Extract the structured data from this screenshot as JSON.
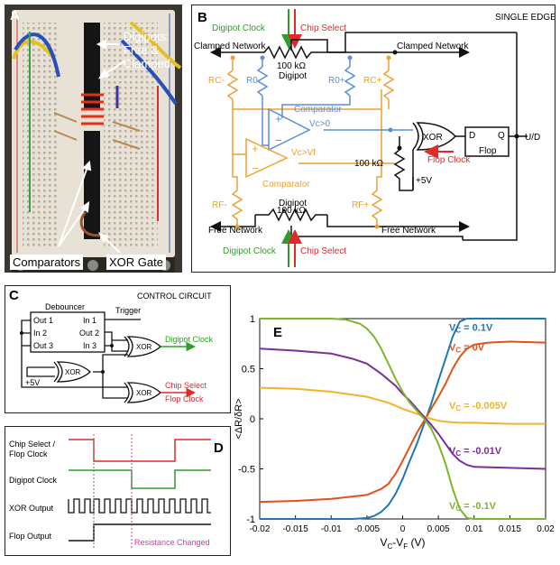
{
  "panelA": {
    "letter": "A",
    "label_digipots": "Digipots:\nFree &\nClamped",
    "label_digipots_lines": [
      "Digipots:",
      "Free &",
      "Clamped"
    ],
    "label_comparators": "Comparators",
    "label_xor": "XOR Gate"
  },
  "panelB": {
    "letter": "B",
    "title": "SINGLE EDGE",
    "digipot_clock_top": "Digipot Clock",
    "chip_select_top": "Chip Select",
    "clamped_left": "Clamped Network",
    "clamped_right": "Clamped Network",
    "digipot_top_value": "100 kΩ",
    "digipot_top_name": "Digipot",
    "r0_minus": "R0-",
    "r0_plus": "R0+",
    "rc_minus": "RC-",
    "rc_plus": "RC+",
    "comparator_top": "Comparator",
    "vc0": "Vc>0",
    "vcvf": "Vc>Vf",
    "comparator_bottom": "Comparator",
    "xor": "XOR",
    "flop_d": "D",
    "flop_q": "Q",
    "flop": "Flop",
    "ud": "U/D",
    "r100k": "100 kΩ",
    "flop_clock": "Flop Clock",
    "plus5v": "+5V",
    "rf_minus": "RF-",
    "rf_plus": "RF+",
    "digipot_bottom_name": "Digipot",
    "digipot_bottom_value": "100 kΩ",
    "free_left": "Free Network",
    "free_right": "Free Network",
    "digipot_clock_bottom": "Digipot Clock",
    "chip_select_bottom": "Chip Select"
  },
  "panelC": {
    "letter": "C",
    "title": "CONTROL CIRCUIT",
    "debouncer": "Debouncer",
    "out1": "Out 1",
    "out2": "Out 2",
    "out3": "Out 3",
    "in1": "In 1",
    "in2": "In 2",
    "in3": "In 3",
    "trigger": "Trigger",
    "xor1": "XOR",
    "xor2": "XOR",
    "xor3": "XOR",
    "digipot_clock": "Digipot Clock",
    "plus5v": "+5V",
    "chip_select": "Chip Select",
    "flop_clock": "Flop Clock"
  },
  "panelD": {
    "letter": "D",
    "rows": [
      "Chip Select /",
      "Flop Clock",
      "Digipot Clock",
      "XOR Output",
      "Flop Output"
    ],
    "resistance_changed": "Resistance Changed"
  },
  "colors": {
    "green": "#2e9e2a",
    "red": "#e02a2a",
    "blue": "#5b8fd6",
    "orange": "#f0a030",
    "magenta": "#d63aa6"
  },
  "chart_data": {
    "type": "line",
    "panel_letter": "E",
    "xlabel": "V",
    "xlabel_sub1": "C",
    "xlabel_mid": "-V",
    "xlabel_sub2": "F",
    "xlabel_unit": " (V)",
    "ylabel": "<ΔR/δR>",
    "xlim": [
      -0.02,
      0.02
    ],
    "ylim": [
      -1,
      1
    ],
    "x_ticks": [
      "-0.02",
      "-0.015",
      "-0.01",
      "-0.005",
      "0",
      "0.005",
      "0.01",
      "0.015",
      "0.02"
    ],
    "y_ticks": [
      "1",
      "0.5",
      "0",
      "-0.5",
      "-1"
    ],
    "grid": false,
    "series": [
      {
        "name": "V C = 0.1V",
        "label_main": "V",
        "label_sub": "C",
        "label_rest": " = 0.1V",
        "color": "#1f77b4",
        "x": [
          -0.02,
          -0.015,
          -0.01,
          -0.007,
          -0.005,
          -0.004,
          -0.003,
          -0.002,
          -0.001,
          0,
          0.001,
          0.002,
          0.003,
          0.004,
          0.005,
          0.006,
          0.007,
          0.008,
          0.009,
          0.01,
          0.015,
          0.02
        ],
        "y": [
          -1,
          -1,
          -1,
          -1,
          -0.99,
          -0.97,
          -0.93,
          -0.86,
          -0.75,
          -0.6,
          -0.42,
          -0.25,
          -0.05,
          0.15,
          0.38,
          0.6,
          0.82,
          0.97,
          1,
          1,
          1,
          1
        ]
      },
      {
        "name": "V C = 0V",
        "label_main": "V",
        "label_sub": "C",
        "label_rest": " = 0V",
        "color": "#e0521c",
        "x": [
          -0.02,
          -0.015,
          -0.01,
          -0.005,
          -0.003,
          -0.002,
          -0.001,
          0,
          0.001,
          0.002,
          0.003,
          0.004,
          0.005,
          0.006,
          0.007,
          0.008,
          0.009,
          0.01,
          0.012,
          0.015,
          0.02
        ],
        "y": [
          -0.83,
          -0.82,
          -0.8,
          -0.76,
          -0.7,
          -0.65,
          -0.55,
          -0.42,
          -0.28,
          -0.14,
          -0.02,
          0.1,
          0.22,
          0.35,
          0.5,
          0.62,
          0.7,
          0.74,
          0.76,
          0.77,
          0.76
        ]
      },
      {
        "name": "V C = -0.005V",
        "label_main": "V",
        "label_sub": "C",
        "label_rest": " = -0.005V",
        "color": "#f2b32b",
        "x": [
          -0.02,
          -0.015,
          -0.01,
          -0.005,
          -0.002,
          0,
          0.002,
          0.003,
          0.004,
          0.005,
          0.006,
          0.008,
          0.01,
          0.015,
          0.02
        ],
        "y": [
          0.31,
          0.3,
          0.27,
          0.22,
          0.16,
          0.1,
          0.05,
          0.02,
          0,
          -0.02,
          -0.03,
          -0.04,
          -0.04,
          -0.05,
          -0.05
        ]
      },
      {
        "name": "V C = -0.01V",
        "label_main": "V",
        "label_sub": "C",
        "label_rest": " = -0.01V",
        "color": "#7b2f98",
        "x": [
          -0.02,
          -0.015,
          -0.01,
          -0.007,
          -0.005,
          -0.003,
          -0.001,
          0,
          0.001,
          0.002,
          0.003,
          0.004,
          0.005,
          0.006,
          0.007,
          0.008,
          0.009,
          0.01,
          0.015,
          0.02
        ],
        "y": [
          0.7,
          0.68,
          0.65,
          0.6,
          0.55,
          0.45,
          0.33,
          0.25,
          0.18,
          0.1,
          0.02,
          -0.06,
          -0.15,
          -0.25,
          -0.35,
          -0.42,
          -0.46,
          -0.48,
          -0.49,
          -0.5
        ]
      },
      {
        "name": "V C = -0.1V",
        "label_main": "V",
        "label_sub": "C",
        "label_rest": " = -0.1V",
        "color": "#7cb52f",
        "x": [
          -0.02,
          -0.015,
          -0.01,
          -0.008,
          -0.006,
          -0.005,
          -0.004,
          -0.003,
          -0.002,
          -0.001,
          0,
          0.001,
          0.002,
          0.003,
          0.004,
          0.005,
          0.006,
          0.007,
          0.008,
          0.009,
          0.01,
          0.015,
          0.02
        ],
        "y": [
          1,
          1,
          1,
          0.99,
          0.95,
          0.9,
          0.82,
          0.7,
          0.55,
          0.4,
          0.27,
          0.16,
          0.08,
          0,
          -0.1,
          -0.25,
          -0.45,
          -0.7,
          -0.9,
          -0.99,
          -1,
          -1,
          -1
        ]
      }
    ]
  }
}
